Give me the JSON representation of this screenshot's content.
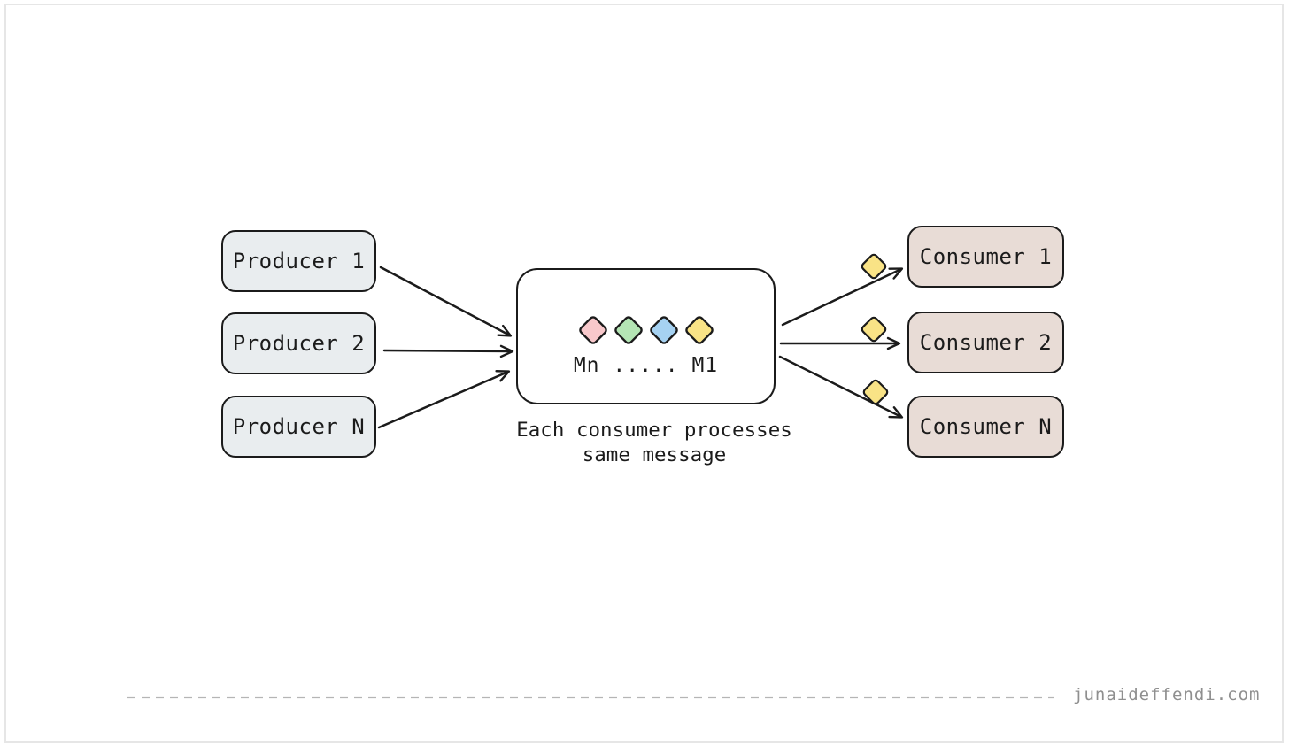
{
  "producers": [
    {
      "label": "Producer 1"
    },
    {
      "label": "Producer 2"
    },
    {
      "label": "Producer N"
    }
  ],
  "consumers": [
    {
      "label": "Consumer 1"
    },
    {
      "label": "Consumer 2"
    },
    {
      "label": "Consumer N"
    }
  ],
  "hub": {
    "message_sequence_label": "Mn ..... M1",
    "caption_line1": "Each consumer processes",
    "caption_line2": "same message",
    "message_colors": [
      "#f8c8cb",
      "#b4e5b4",
      "#a6d2f2",
      "#f9e386"
    ]
  },
  "token_color": "#f9e386",
  "colors": {
    "producer_fill": "#e9edef",
    "consumer_fill": "#e8dcd6",
    "stroke": "#1b1b1b",
    "dash_line": "#b5b5b5",
    "watermark_text": "#8f8f8f"
  },
  "watermark": "junaideffendi.com"
}
